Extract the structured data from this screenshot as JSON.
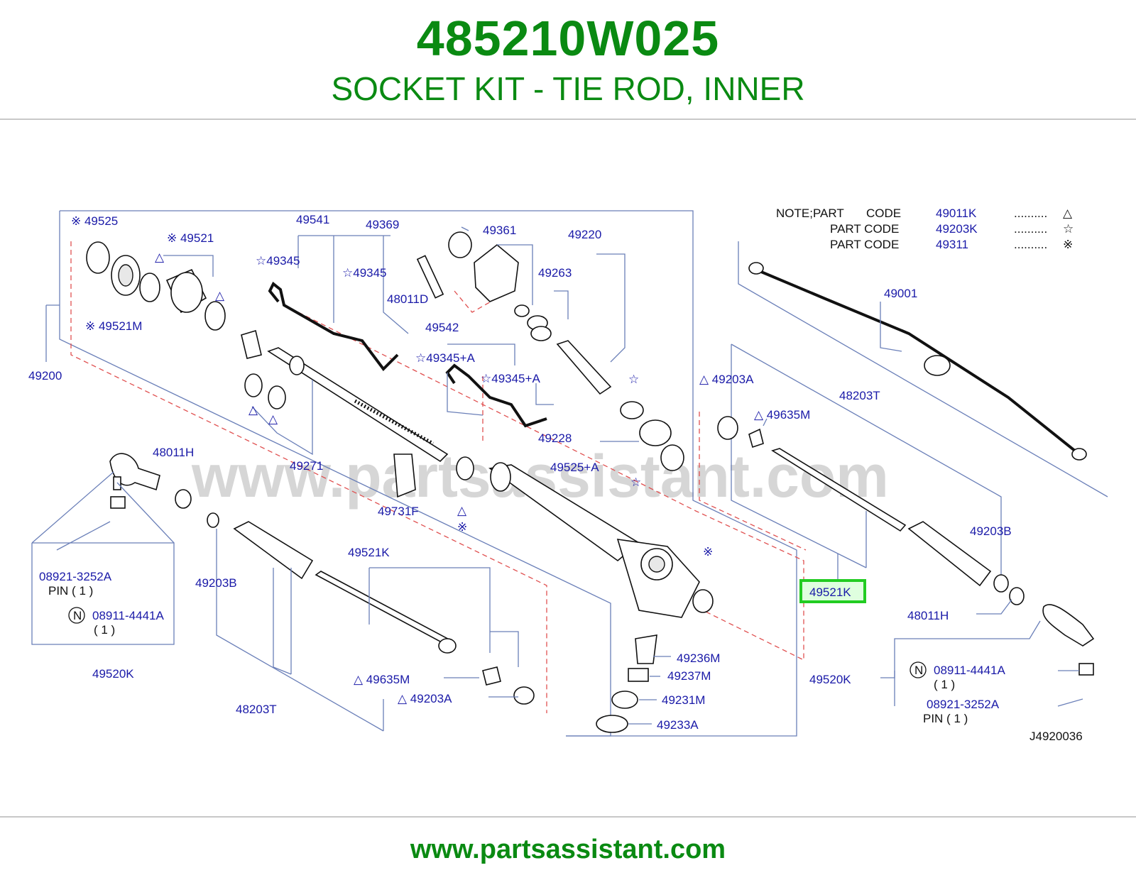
{
  "header": {
    "part_number": "485210W025",
    "description": "SOCKET KIT - TIE ROD, INNER"
  },
  "footer": {
    "url": "www.partsassistant.com"
  },
  "watermark": "www.partsassistant.com",
  "notes": {
    "intro": "NOTE;PART",
    "rows": [
      {
        "label": "CODE",
        "code": "49011K",
        "dots": "..........",
        "symbol": "△"
      },
      {
        "label": "PART   CODE",
        "code": "49203K",
        "dots": "..........",
        "symbol": "☆"
      },
      {
        "label": "PART   CODE",
        "code": "49311",
        "dots": "..........",
        "symbol": "※"
      }
    ]
  },
  "diagram_code": "J4920036",
  "highlight": {
    "label": "49521K",
    "color": "#22cc22"
  },
  "callouts": {
    "c49525": "※ 49525",
    "c49521": "※ 49521",
    "c49521m": "※ 49521M",
    "c49200": "49200",
    "c49541": "49541",
    "c49369": "49369",
    "c49361": "49361",
    "c49220": "49220",
    "c49345a": "☆49345",
    "c49345b": "☆49345",
    "c48011d": "48011D",
    "c49263": "49263",
    "c49542": "49542",
    "c49345pa1": "☆49345+A",
    "c49345pa2": "☆49345+A",
    "c49228": "49228",
    "c49271": "49271",
    "c49731f": "49731F",
    "c49525a": "49525+A",
    "c48011h_l": "48011H",
    "c49203b_l": "49203B",
    "c49521k_l": "49521K",
    "c08921_l": "08921-3252A",
    "c08921pin_l": "PIN  ( 1 )",
    "c08911_l": "08911-4441A",
    "c08911q_l": "(  1   )",
    "c49520k_l": "49520K",
    "c48203t_l": "48203T",
    "c49635m_l": "△ 49635M",
    "c49203a_l": "△ 49203A",
    "c49236m": "49236M",
    "c49237m": "49237M",
    "c49231m": "49231M",
    "c49233a": "49233A",
    "c49001": "49001",
    "c49203a_r": "△ 49203A",
    "c48203t_r": "48203T",
    "c49635m_r": "△ 49635M",
    "c49203b_r": "49203B",
    "c48011h_r": "48011H",
    "c49520k_r": "49520K",
    "c08911_r": "08911-4441A",
    "c08911q_r": "(  1   )",
    "c08921_r": "08921-3252A",
    "c08921pin_r": "PIN      ( 1 )",
    "sym_tri": "△",
    "sym_star": "☆",
    "sym_ref": "※",
    "sym_n": "N"
  }
}
